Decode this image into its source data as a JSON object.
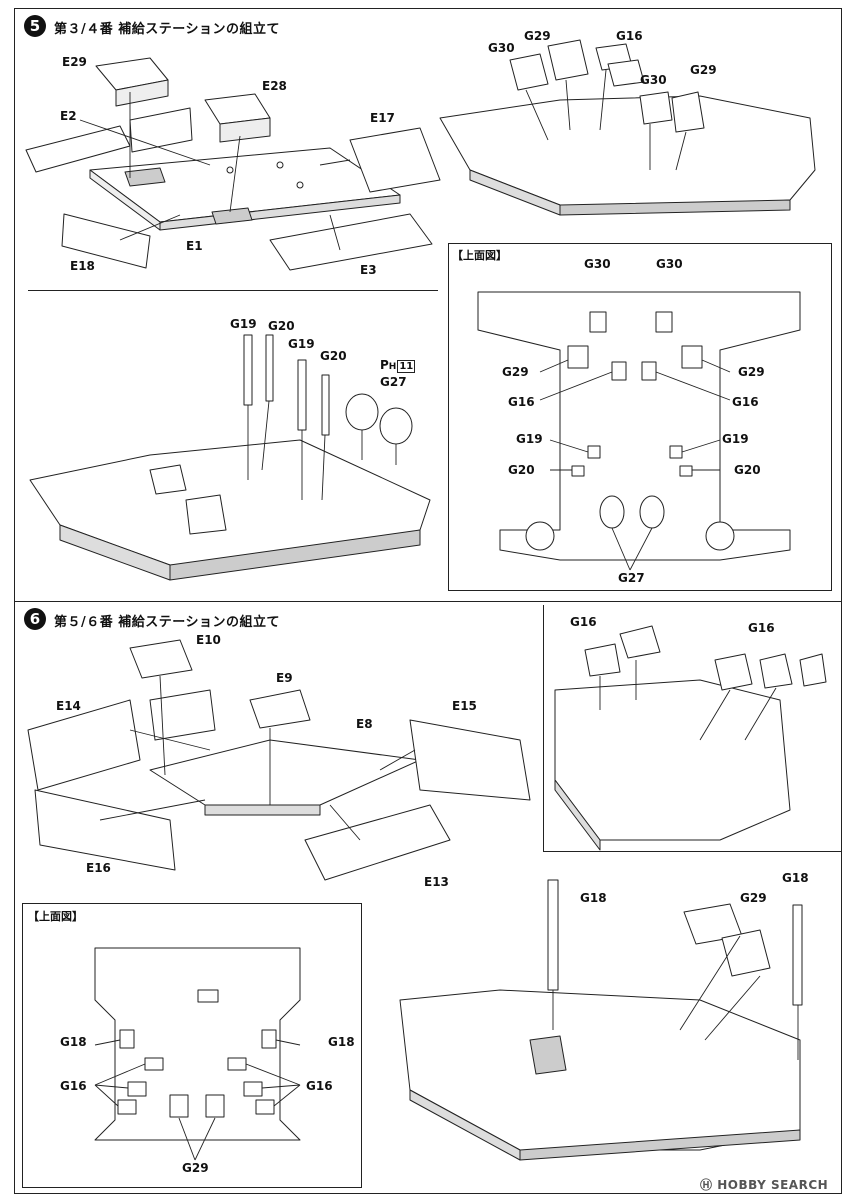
{
  "step5": {
    "number": "5",
    "title": "第３/４番 補給ステーションの組立て",
    "exploded_parts": [
      "E29",
      "E28",
      "E2",
      "E17",
      "E18",
      "E1",
      "E3"
    ],
    "top_right_parts": [
      "G30",
      "G29",
      "G16",
      "G30",
      "G29"
    ],
    "mid_left_parts": [
      "G19",
      "G20",
      "G19",
      "G20",
      "G27"
    ],
    "paint_code": {
      "letter": "P",
      "sub": "H",
      "num": "11"
    },
    "top_view": {
      "title": "【上面図】",
      "labels": [
        "G30",
        "G30",
        "G29",
        "G29",
        "G16",
        "G16",
        "G19",
        "G19",
        "G20",
        "G20",
        "G27"
      ]
    }
  },
  "step6": {
    "number": "6",
    "title": "第５/６番 補給ステーションの組立て",
    "exploded_parts": [
      "E10",
      "E9",
      "E14",
      "E15",
      "E8",
      "E16",
      "E13"
    ],
    "top_right_parts": [
      "G16",
      "G16"
    ],
    "bottom_right_parts": [
      "G18",
      "G29",
      "G18"
    ],
    "top_view": {
      "title": "【上面図】",
      "labels": [
        "G18",
        "G18",
        "G16",
        "G16",
        "G29"
      ]
    }
  },
  "watermark": {
    "brand": "HOBBY SEARCH",
    "mark": "Ⓗ"
  }
}
